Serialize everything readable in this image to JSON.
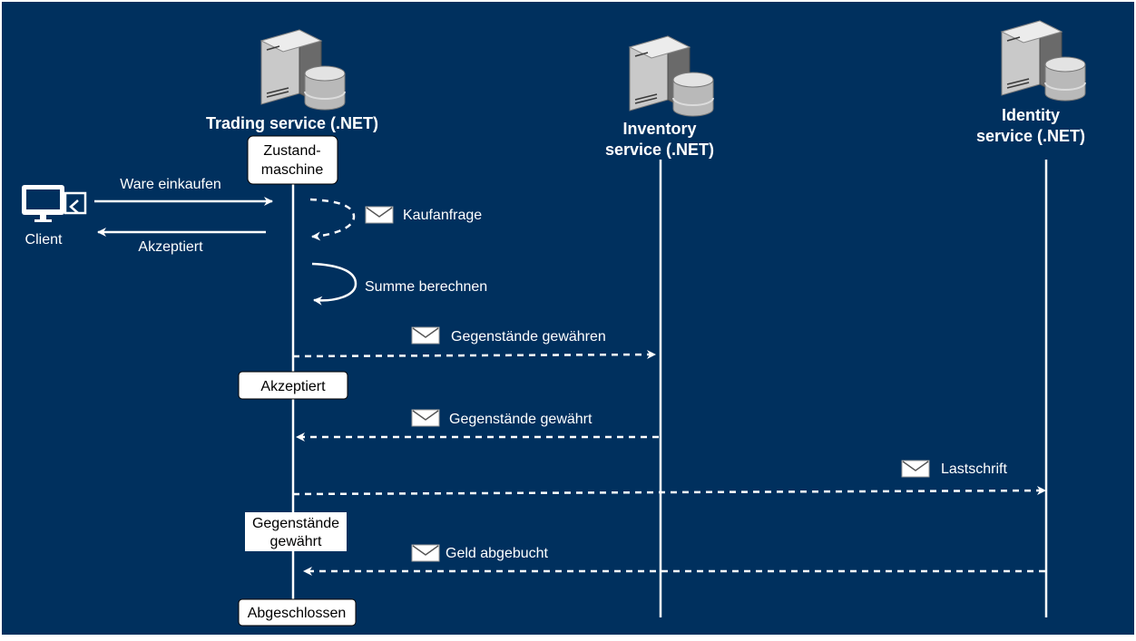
{
  "colors": {
    "background": "#00305e",
    "frame": "#ffffff",
    "line": "#ffffff",
    "label_text": "#ffffff",
    "state_box_fill": "#ffffff",
    "state_box_text": "#000000",
    "server_body": "#9b9b9b",
    "server_dark": "#5f5f5f"
  },
  "services": {
    "trading": {
      "title": "Trading service (.NET)",
      "icon": "server-database-icon"
    },
    "inventory": {
      "title_line1": "Inventory",
      "title_line2": "service (.NET)",
      "icon": "server-database-icon"
    },
    "identity": {
      "title_line1": "Identity",
      "title_line2": "service (.NET)",
      "icon": "server-database-icon"
    }
  },
  "client": {
    "label": "Client",
    "icon": "monitor-devices-icon"
  },
  "states": {
    "initial_line1": "Zustand-",
    "initial_line2": "maschine",
    "accepted": "Akzeptiert",
    "items_granted_line1": "Gegenstände",
    "items_granted_line2": "gewährt",
    "completed": "Abgeschlossen"
  },
  "messages": {
    "buy_goods": "Ware einkaufen",
    "accepted_reply": "Akzeptiert",
    "purchase_request": "Kaufanfrage",
    "calculate_total": "Summe berechnen",
    "grant_items": "Gegenstände gewähren",
    "items_granted": "Gegenstände gewährt",
    "debit": "Lastschrift",
    "money_debited": "Geld abgebucht"
  }
}
